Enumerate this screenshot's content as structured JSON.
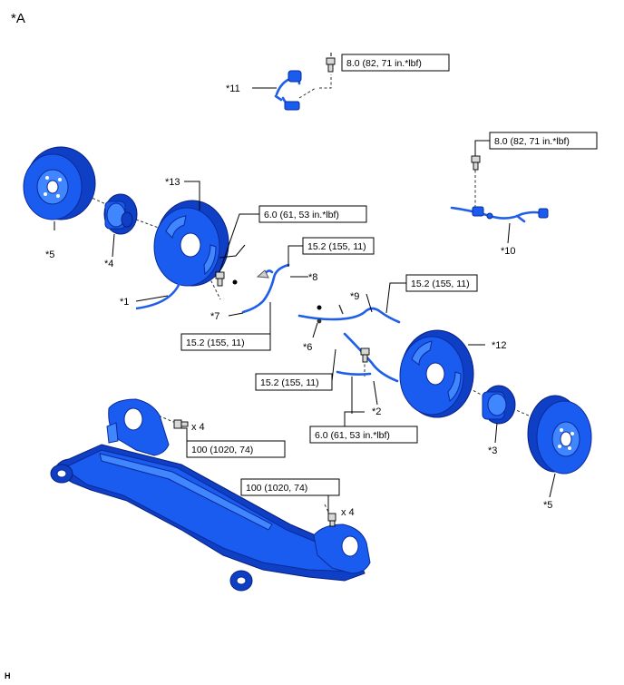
{
  "figure": {
    "title": "*A",
    "code": "H"
  },
  "callouts": {
    "c1": "*1",
    "c2": "*2",
    "c3": "*3",
    "c4": "*4",
    "c5a": "*5",
    "c5b": "*5",
    "c6": "*6",
    "c7": "*7",
    "c8": "*8",
    "c9": "*9",
    "c10": "*10",
    "c11": "*11",
    "c12": "*12",
    "c13": "*13"
  },
  "torques": {
    "t11": "8.0 (82, 71 in.*lbf)",
    "t10": "8.0 (82, 71 in.*lbf)",
    "t_left_bolt": "6.0 (61, 53 in.*lbf)",
    "t8": "15.2 (155, 11)",
    "t7": "15.2 (155, 11)",
    "t9": "15.2 (155, 11)",
    "t6": "15.2 (155, 11)",
    "t_right_bolt": "6.0 (61, 53 in.*lbf)",
    "t_beam_left": "100 (1020, 74)",
    "t_beam_right": "100 (1020, 74)"
  },
  "quantities": {
    "q_left": "x 4",
    "q_right": "x 4"
  },
  "colors": {
    "part_blue": "#1a5cf0",
    "part_blue_light": "#3f86ff",
    "part_blue_dark": "#0f3fc4"
  }
}
